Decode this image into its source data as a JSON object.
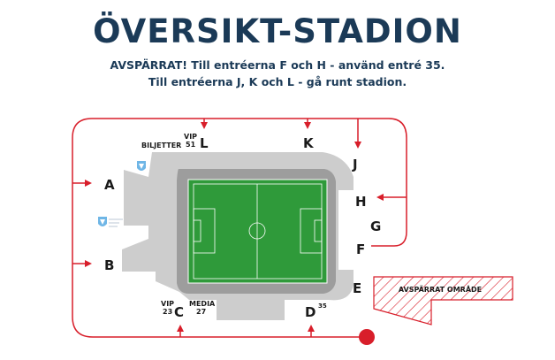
{
  "header": {
    "title": "ÖVERSIKT-STADION",
    "notice_line1": "AVSPÄRRAT! Till entréerna F och H - använd entré 35.",
    "notice_line2": "Till entréerna J, K och L - gå runt stadion."
  },
  "gates": {
    "A": "A",
    "B": "B",
    "C": "C",
    "D": "D",
    "E": "E",
    "F": "F",
    "G": "G",
    "H": "H",
    "J": "J",
    "K": "K",
    "L": "L"
  },
  "labels": {
    "biljetter": "BILJETTER",
    "vip51": "VIP",
    "vip51_num": "51",
    "vip23": "VIP",
    "vip23_num": "23",
    "media": "MEDIA",
    "media_num": "27",
    "d35": "35",
    "restricted_area": "AVSPÄRRAT OMRÅDE"
  },
  "colors": {
    "route": "#d81e2a",
    "stand": "#c9c9c9",
    "pitch": "#2f9a3a",
    "title": "#1b3a57"
  }
}
